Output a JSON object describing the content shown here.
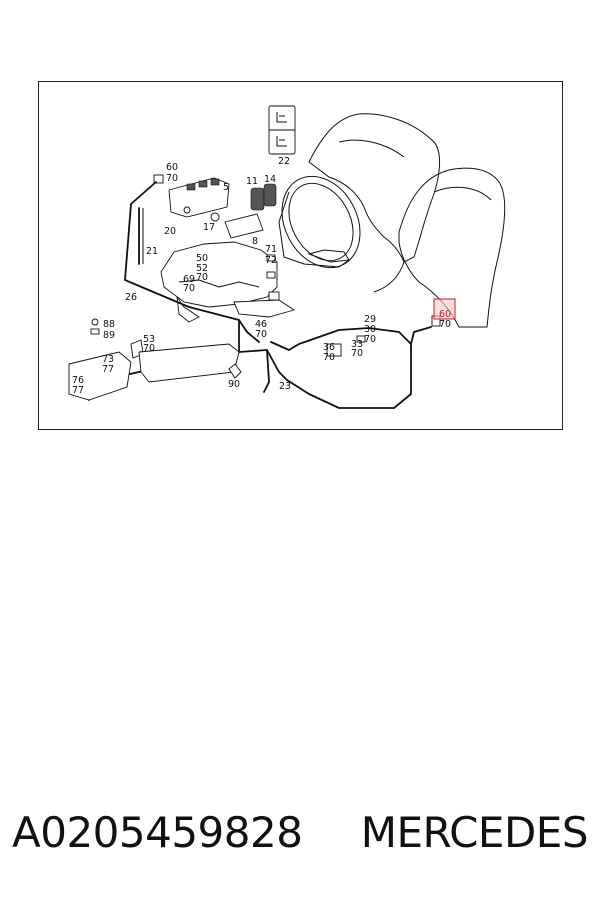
{
  "diagram": {
    "labels": {
      "l60a": "60",
      "l70a": "70",
      "l5": "5",
      "l11": "11",
      "l14": "14",
      "l22": "22",
      "l20": "20",
      "l17": "17",
      "l21": "21",
      "l8": "8",
      "l71": "71",
      "l72": "72",
      "l50": "50",
      "l52": "52",
      "l70b": "70",
      "l69": "69",
      "l70c": "70",
      "l26": "26",
      "l88": "88",
      "l89": "89",
      "l53": "53",
      "l70d": "70",
      "l73": "73",
      "l77a": "77",
      "l76": "76",
      "l77b": "77",
      "l46": "46",
      "l70e": "70",
      "l90": "90",
      "l23": "23",
      "l29": "29",
      "l30": "30",
      "l70f": "70",
      "l33": "33",
      "l70g": "70",
      "l36": "36",
      "l70h": "70",
      "l60b": "60",
      "l70i": "70"
    },
    "highlight_color": "#c0202a"
  },
  "footer": {
    "part_number": "A0205459828",
    "brand": "MERCEDES"
  }
}
